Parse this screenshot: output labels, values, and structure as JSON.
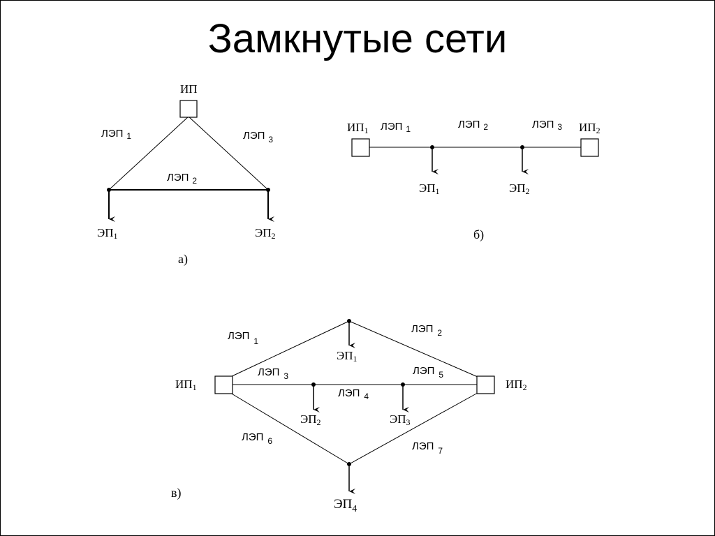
{
  "title": "Замкнутые сети",
  "line_label": "ЛЭП",
  "source_label": "ИП",
  "load_label": "ЭП",
  "diagram_a": {
    "caption": "а)",
    "source": "ИП",
    "lines": [
      "1",
      "2",
      "3"
    ],
    "loads": [
      "1",
      "2"
    ]
  },
  "diagram_b": {
    "caption": "б)",
    "sources": [
      "1",
      "2"
    ],
    "lines": [
      "1",
      "2",
      "3"
    ],
    "loads": [
      "1",
      "2"
    ]
  },
  "diagram_c": {
    "caption": "в)",
    "sources": [
      "1",
      "2"
    ],
    "lines": [
      "1",
      "2",
      "3",
      "4",
      "5",
      "6",
      "7"
    ],
    "loads": [
      "1",
      "2",
      "3",
      "4"
    ]
  }
}
